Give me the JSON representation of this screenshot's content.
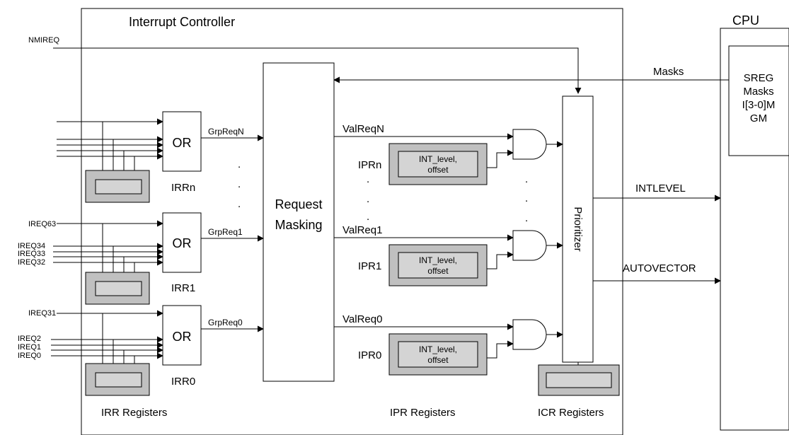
{
  "colors": {
    "register_fill": "#c0c0c0",
    "register_inner": "#d4d4d4",
    "line": "#000000",
    "background": "#ffffff"
  },
  "controller": {
    "title": "Interrupt Controller"
  },
  "cpu": {
    "title": "CPU",
    "sreg_lines": [
      "SREG",
      "Masks",
      "I[3-0]M",
      "GM"
    ]
  },
  "inputs": {
    "nmireq": "NMIREQ",
    "ireq63": "IREQ63",
    "ireq34": "IREQ34",
    "ireq33": "IREQ33",
    "ireq32": "IREQ32",
    "ireq31": "IREQ31",
    "ireq2": "IREQ2",
    "ireq1": "IREQ1",
    "ireq0": "IREQ0"
  },
  "or_gates": {
    "label": "OR",
    "names": [
      "IRRn",
      "IRR1",
      "IRR0"
    ]
  },
  "group_requests": [
    "GrpReqN",
    "GrpReq1",
    "GrpReq0"
  ],
  "request_masking": {
    "line1": "Request",
    "line2": "Masking"
  },
  "valid_requests": [
    "ValReqN",
    "ValReq1",
    "ValReq0"
  ],
  "ipr": {
    "names": [
      "IPRn",
      "IPR1",
      "IPR0"
    ],
    "content_line1": "INT_level,",
    "content_line2": "offset"
  },
  "prioritizer": {
    "label": "Prioritizer"
  },
  "signals": {
    "masks": "Masks",
    "intlevel": "INTLEVEL",
    "autovector": "AUTOVECTOR"
  },
  "dots": {
    "dot": "."
  },
  "footer": {
    "irr_registers": "IRR Registers",
    "ipr_registers": "IPR Registers",
    "icr_registers": "ICR Registers"
  }
}
